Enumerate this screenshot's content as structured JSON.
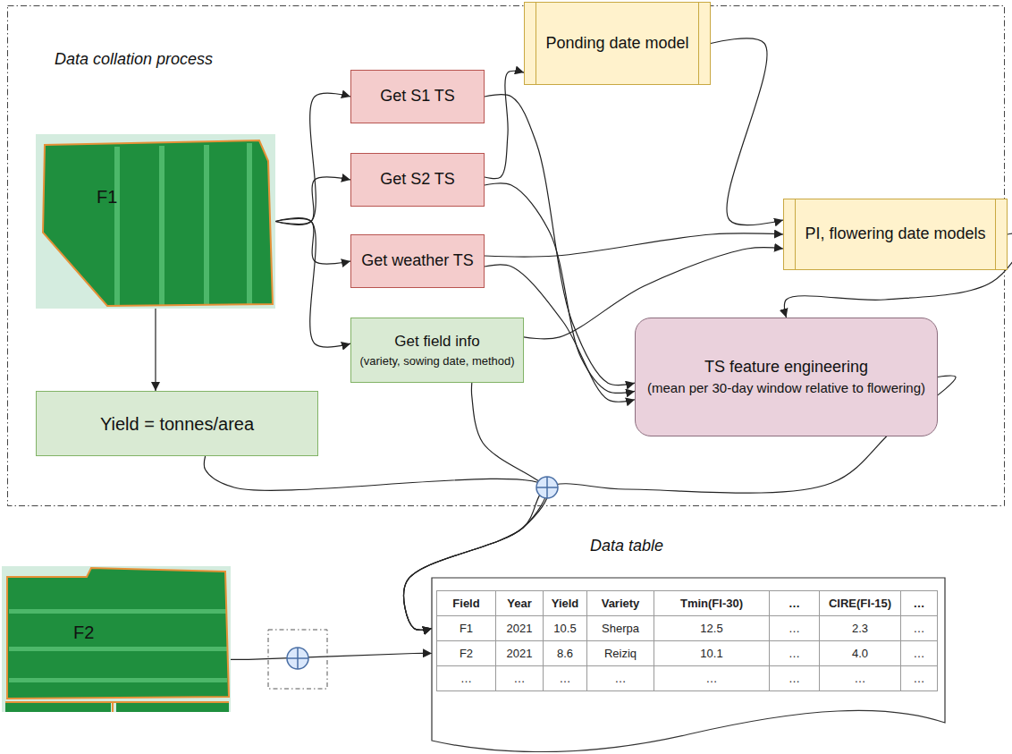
{
  "diagram": {
    "nodes": [
      {
        "text": [
          "Data collation process"
        ]
      },
      {
        "text": [
          "F1"
        ],
        "in": 0
      },
      {
        "text": [
          "Get S1 TS"
        ],
        "in": 0
      },
      {
        "text": [
          "Get S2 TS"
        ],
        "in": 0
      },
      {
        "text": [
          "Get weather TS"
        ],
        "in": 0
      },
      {
        "text": [
          "Get field info",
          "(variety, sowing date, method)"
        ],
        "in": 0
      },
      {
        "text": [
          "Yield = tonnes/area"
        ],
        "in": 0
      },
      {
        "text": [
          "Ponding date model"
        ],
        "in": 0
      },
      {
        "text": [
          "PI, flowering date models"
        ],
        "in": 0
      },
      {
        "text": [
          "TS feature engineering",
          "(mean per 30-day window relative to flowering)"
        ],
        "in": 0
      },
      {
        "text": [
          "F2"
        ]
      },
      {
        "text": [
          "Data table"
        ]
      }
    ],
    "edges": [
      {
        "from": 1,
        "to": 2,
        "arrow": "to"
      },
      {
        "from": 1,
        "to": 3,
        "arrow": "to"
      },
      {
        "from": 1,
        "to": 4,
        "arrow": "to"
      },
      {
        "from": 1,
        "to": 5,
        "arrow": "to"
      },
      {
        "from": 1,
        "to": 6,
        "arrow": "to"
      },
      {
        "from": 3,
        "to": 7,
        "arrow": "to"
      },
      {
        "from": 2,
        "to": 9,
        "arrow": "to"
      },
      {
        "from": 3,
        "to": 9,
        "arrow": "to"
      },
      {
        "from": 4,
        "to": 8,
        "arrow": "to"
      },
      {
        "from": 4,
        "to": 9,
        "arrow": "to"
      },
      {
        "from": 7,
        "to": 8,
        "arrow": "to"
      },
      {
        "from": 5,
        "to": 8,
        "arrow": "to"
      },
      {
        "from": 8,
        "to": 9,
        "arrow": "to"
      },
      {
        "from": 6,
        "to": 11,
        "arrow": "to"
      },
      {
        "from": 5,
        "to": 11,
        "arrow": "to"
      },
      {
        "from": 9,
        "to": 11,
        "arrow": "to"
      },
      {
        "from": 10,
        "to": 11,
        "arrow": "to"
      }
    ],
    "labels": [
      "Field",
      "Year",
      "Yield",
      "Variety",
      "Tmin(FI-30)",
      "…",
      "CIRE(FI-15)",
      "…",
      "F1",
      "2021",
      "10.5",
      "Sherpa",
      "12.5",
      "…",
      "2.3",
      "…",
      "F2",
      "2021",
      "8.6",
      "Reiziq",
      "10.1",
      "…",
      "4.0",
      "…",
      "…",
      "…",
      "…",
      "…",
      "…",
      "…",
      "…",
      "…"
    ]
  }
}
